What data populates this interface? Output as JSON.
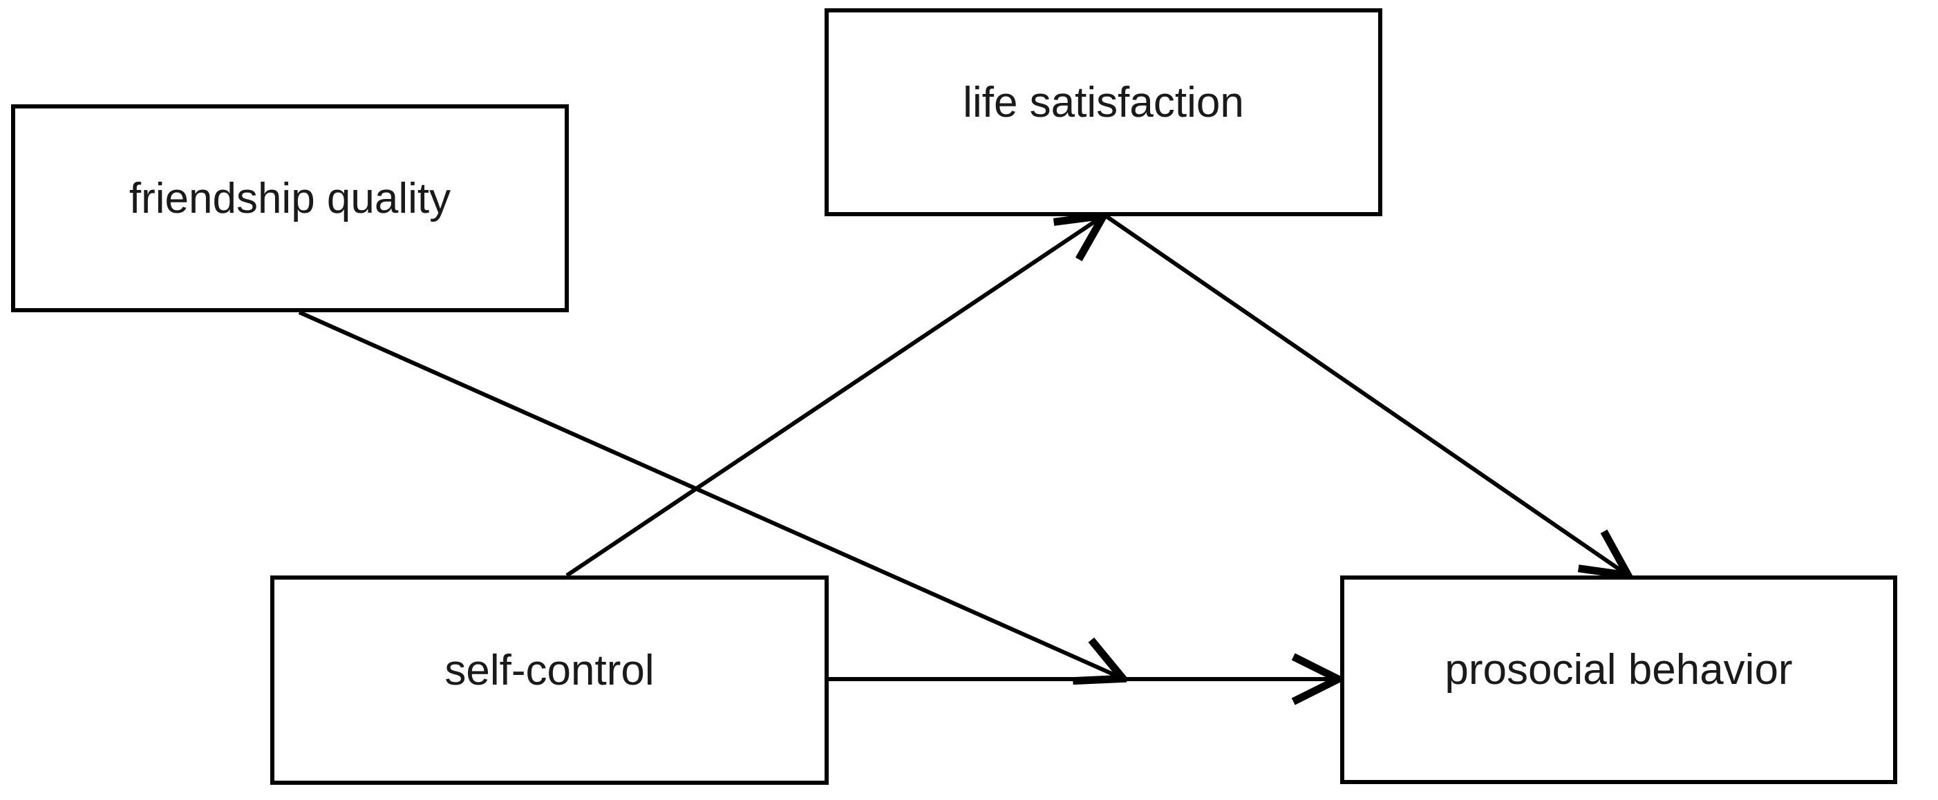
{
  "diagram": {
    "type": "path-model",
    "background_color": "#ffffff",
    "line_color": "#000000",
    "text_color": "#1a1a1a",
    "nodes": [
      {
        "id": "friendship-quality",
        "label": "friendship quality"
      },
      {
        "id": "life-satisfaction",
        "label": "life satisfaction"
      },
      {
        "id": "self-control",
        "label": "self-control"
      },
      {
        "id": "prosocial-behavior",
        "label": "prosocial behavior"
      }
    ],
    "edges": [
      {
        "id": "friendship-quality-to-prosocial-behavior",
        "from": "friendship quality",
        "to": "prosocial behavior",
        "arrowhead": "single",
        "label": ""
      },
      {
        "id": "self-control-to-life-satisfaction",
        "from": "self-control",
        "to": "life satisfaction",
        "arrowhead": "single",
        "label": ""
      },
      {
        "id": "life-satisfaction-to-prosocial-behavior",
        "from": "life satisfaction",
        "to": "prosocial behavior",
        "arrowhead": "single",
        "label": ""
      },
      {
        "id": "self-control-to-prosocial-behavior",
        "from": "self-control",
        "to": "prosocial behavior",
        "arrowhead": "single",
        "label": ""
      }
    ]
  }
}
